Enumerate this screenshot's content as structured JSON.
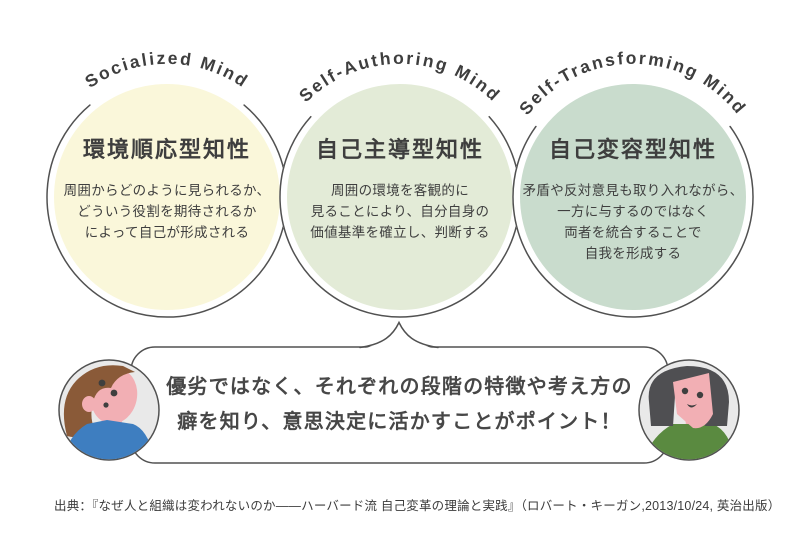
{
  "circles": [
    {
      "en_label": "Socialized Mind",
      "title": "環境順応型知性",
      "desc": "周囲からどのように見られるか、\nどういう役割を期待されるか\nによって自己が形成される",
      "fill": "#faf7da"
    },
    {
      "en_label": "Self-Authoring Mind",
      "title": "自己主導型知性",
      "desc": "周囲の環境を客観的に\n見ることにより、自分自身の\n価値基準を確立し、判断する",
      "fill": "#e3ebd7"
    },
    {
      "en_label": "Self-Transforming Mind",
      "title": "自己変容型知性",
      "desc": "矛盾や反対意見も取り入れながら、\n一方に与するのではなく\n両者を統合することで\n自我を形成する",
      "fill": "#c9dccd"
    }
  ],
  "bubble": {
    "line1": "優劣ではなく、それぞれの段階の特徴や考え方の",
    "line2": "癖を知り、意思決定に活かすことがポイント！"
  },
  "citation": "出典：『なぜ人と組織は変われないのか――ハーバード流 自己変革の理論と実践』（ロバート・キーガン,2013/10/24, 英治出版）",
  "icons": {
    "left": "man-avatar",
    "right": "woman-avatar"
  },
  "colors": {
    "outline": "#515151",
    "avatar_bg": "#e9e9e9",
    "skin": "#f2afb4",
    "man_hair": "#8a5a38",
    "man_shirt": "#3e7ec0",
    "woman_hair": "#4f4f52",
    "woman_shirt": "#5a8a40",
    "feature": "#3f3f3f"
  }
}
